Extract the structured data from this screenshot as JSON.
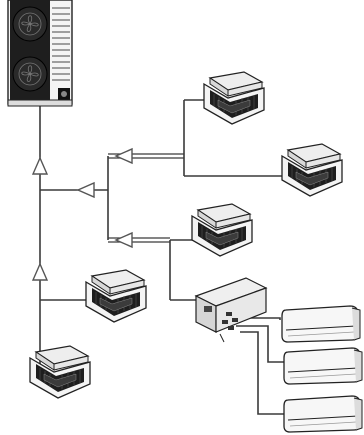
{
  "diagram": {
    "outdoor_unit": {
      "icon": "outdoor-condenser-icon"
    },
    "cassette_units": [
      {
        "id": "cassette-top-right",
        "icon": "ceiling-cassette-icon"
      },
      {
        "id": "cassette-right",
        "icon": "ceiling-cassette-icon"
      },
      {
        "id": "cassette-middle",
        "icon": "ceiling-cassette-icon"
      },
      {
        "id": "cassette-lower-left",
        "icon": "ceiling-cassette-icon"
      },
      {
        "id": "cassette-bottom-left",
        "icon": "ceiling-cassette-icon"
      }
    ],
    "branch_box": {
      "icon": "branch-box-icon"
    },
    "wall_units": [
      {
        "id": "wall-unit-1",
        "icon": "wall-mounted-ac-icon"
      },
      {
        "id": "wall-unit-2",
        "icon": "wall-mounted-ac-icon"
      },
      {
        "id": "wall-unit-3",
        "icon": "wall-mounted-ac-icon"
      }
    ],
    "colors": {
      "line": "#3a3a3a",
      "unit_dark": "#1e1e1e",
      "background": "#ffffff"
    }
  }
}
